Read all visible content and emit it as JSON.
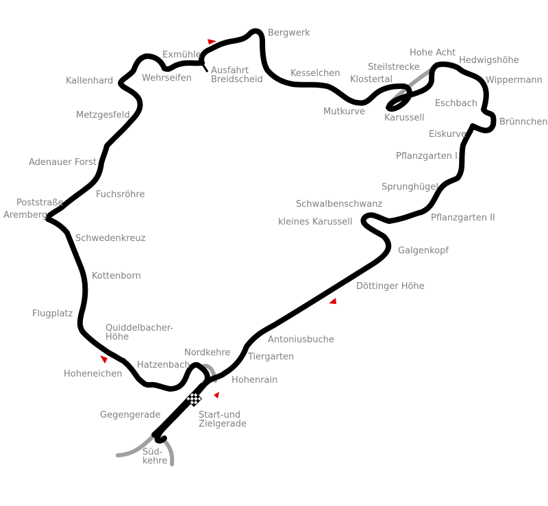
{
  "colors": {
    "track": "#000000",
    "disused_track": "#a0a0a0",
    "label": "#808080",
    "arrow": "#e00000"
  },
  "icons": {
    "start_finish": "checkered-flag-icon",
    "direction": "red-arrowhead-icon"
  },
  "labels": {
    "bergwerk": "Bergwerk",
    "exmuehle": "Exmühle",
    "ausfahrt_breidscheid_1": "Ausfahrt",
    "ausfahrt_breidscheid_2": "Breidscheid",
    "wehrseifen": "Wehrseifen",
    "kallenhard": "Kallenhard",
    "kesselchen": "Kesselchen",
    "hohe_acht": "Hohe Acht",
    "hedwigshoehe": "Hedwigshöhe",
    "steilstrecke": "Steilstrecke",
    "klostertal": "Klostertal",
    "wippermann": "Wippermann",
    "eschbach": "Eschbach",
    "mutkurve": "Mutkurve",
    "karussell": "Karussell",
    "bruennchen": "Brünnchen",
    "metzgesfeld": "Metzgesfeld",
    "eiskurve": "Eiskurve",
    "pflanzgarten_1": "Pflanzgarten I",
    "adenauer_forst": "Adenauer Forst",
    "sprunghuegel": "Sprunghügel",
    "fuchsroehre": "Fuchsröhre",
    "poststrasse": "Poststraße",
    "schwalbenschwanz": "Schwalbenschwanz",
    "aremberg": "Aremberg",
    "kleines_karussell": "kleines Karussell",
    "pflanzgarten_2": "Pflanzgarten II",
    "schwedenkreuz": "Schwedenkreuz",
    "galgenkopf": "Galgenkopf",
    "kottenborn": "Kottenborn",
    "doettinger_hoehe": "Döttinger Höhe",
    "flugplatz": "Flugplatz",
    "quiddelbacher_1": "Quiddelbacher-",
    "quiddelbacher_2": "Höhe",
    "antoniusbuche": "Antoniusbuche",
    "nordkehre": "Nordkehre",
    "tiergarten": "Tiergarten",
    "hatzenbach": "Hatzenbach",
    "hoheneichen": "Hoheneichen",
    "hohenrain": "Hohenrain",
    "gegengerade": "Gegengerade",
    "start_ziel_1": "Start-und",
    "start_ziel_2": "Zielgerade",
    "suedkehre_1": "Süd-",
    "suedkehre_2": "kehre"
  }
}
